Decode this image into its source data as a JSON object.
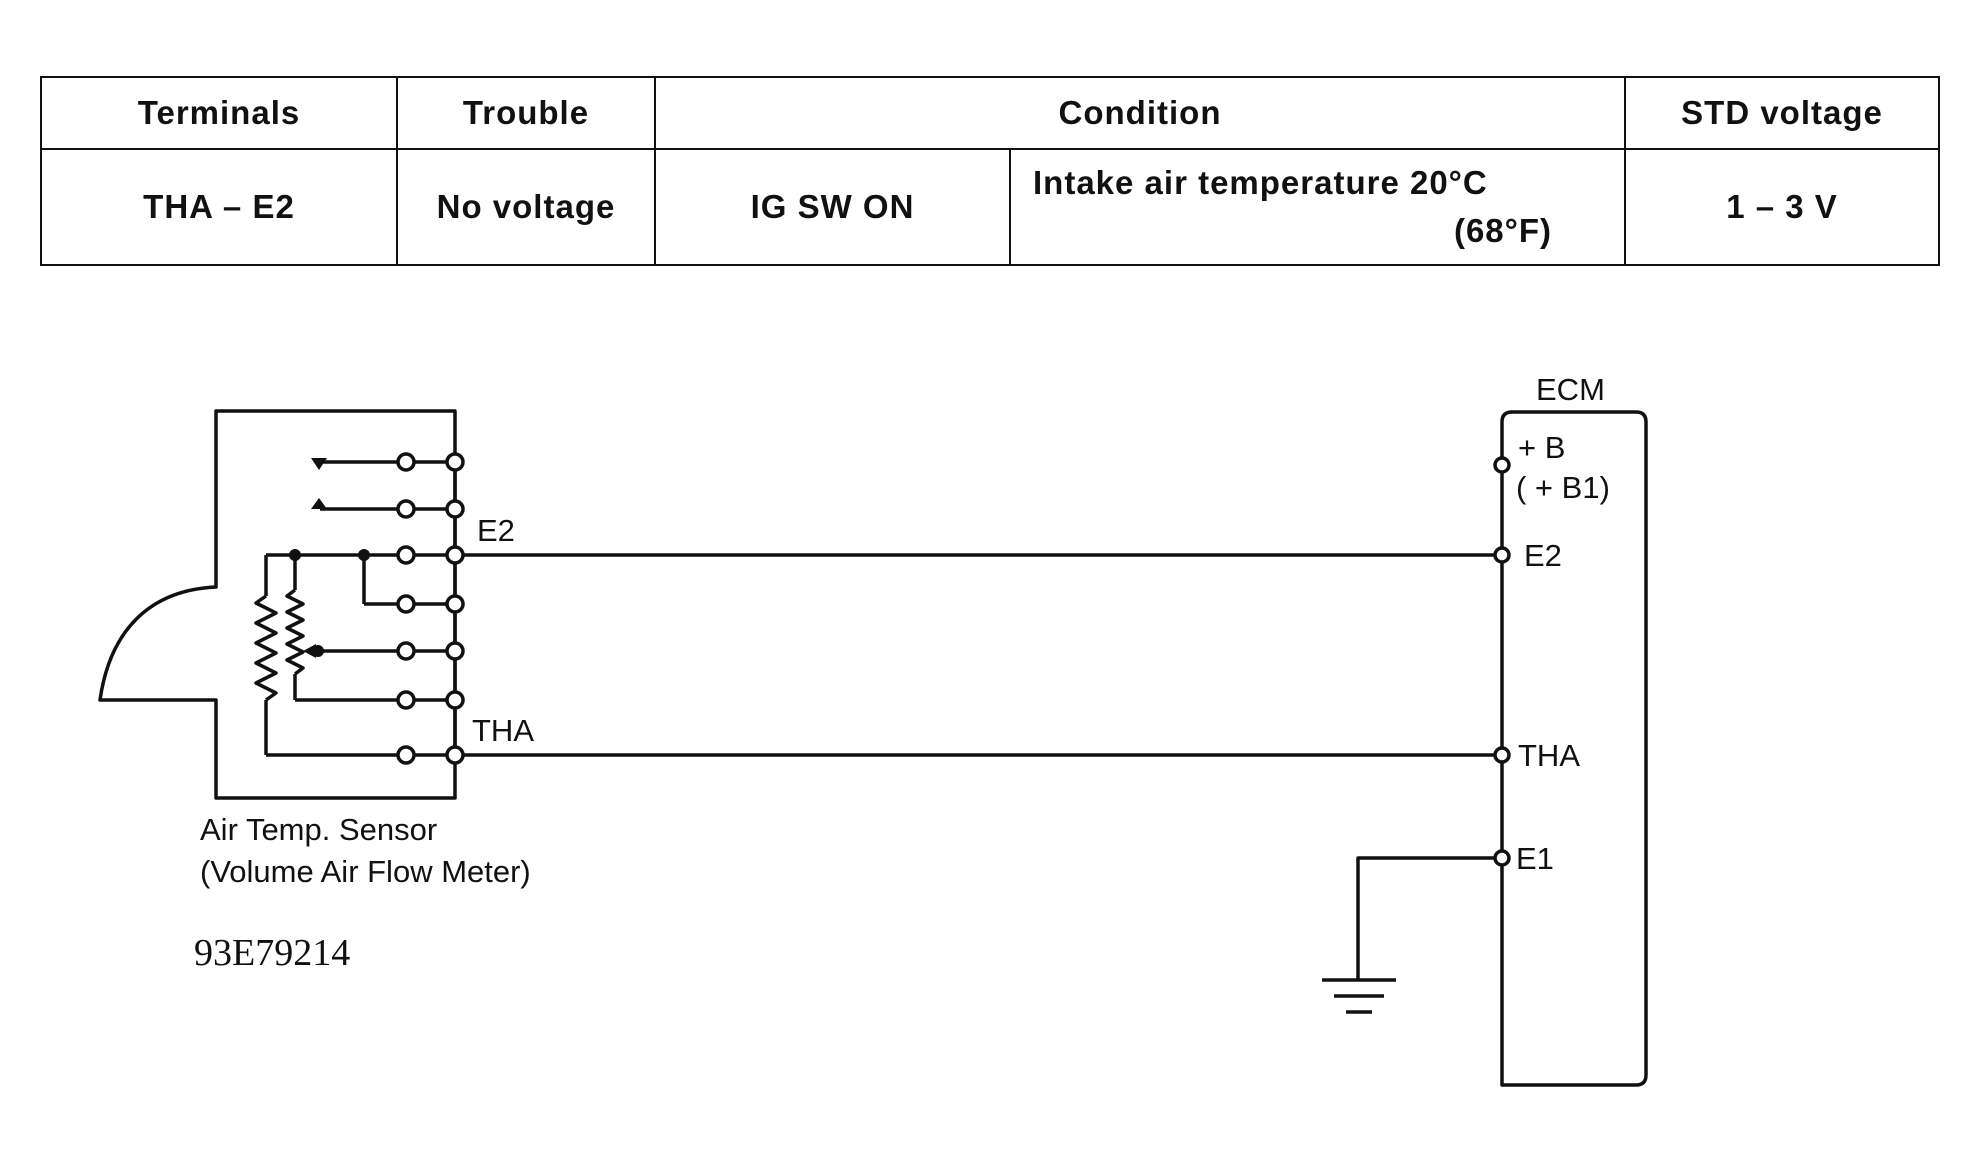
{
  "table": {
    "headers": {
      "terminals": "Terminals",
      "trouble": "Trouble",
      "condition": "Condition",
      "std_voltage": "STD voltage"
    },
    "row": {
      "terminals": "THA – E2",
      "trouble": "No voltage",
      "condition_switch": "IG SW ON",
      "condition_detail_line1": "Intake air temperature 20°C",
      "condition_detail_line2": "(68°F)",
      "std_voltage": "1 – 3 V"
    }
  },
  "sensor": {
    "pin_e2": "E2",
    "pin_tha": "THA",
    "caption_line1": "Air Temp. Sensor",
    "caption_line2": "(Volume Air Flow Meter)"
  },
  "ecm": {
    "title": "ECM",
    "pin_b": "+ B",
    "pin_b1": "( + B1)",
    "pin_e2": "E2",
    "pin_tha": "THA",
    "pin_e1": "E1"
  },
  "figure_code": "93E79214"
}
